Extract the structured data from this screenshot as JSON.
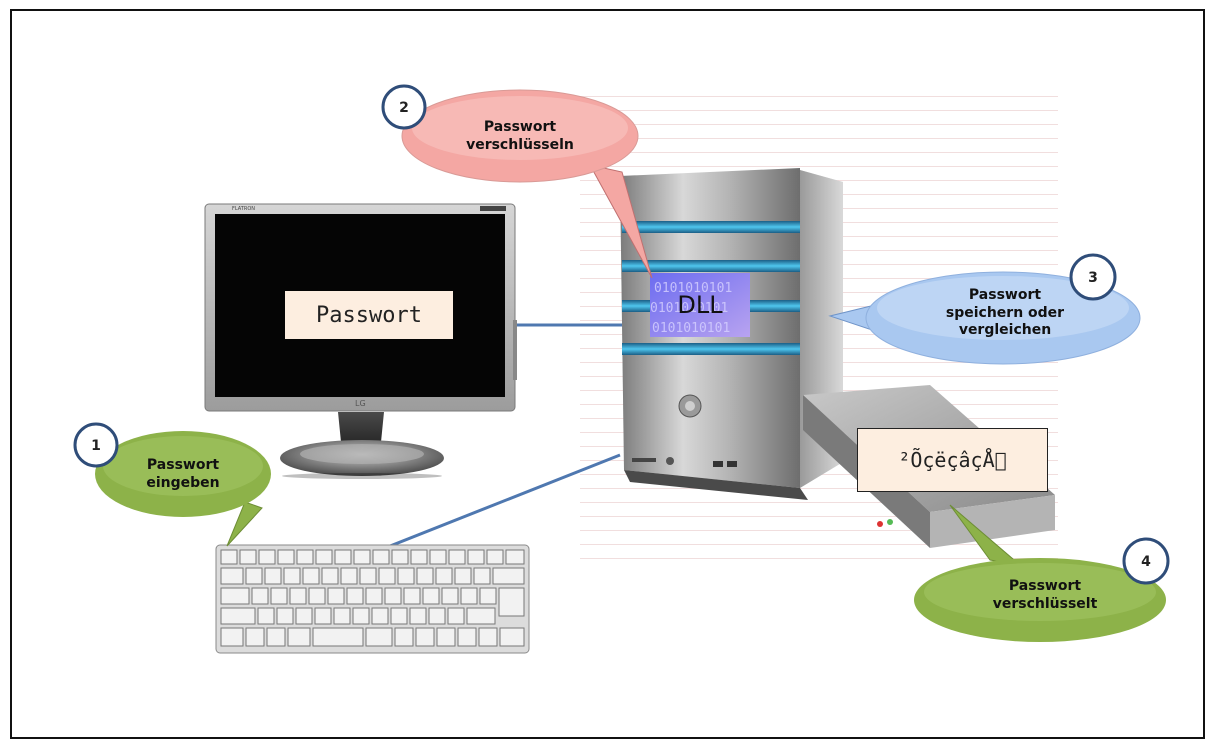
{
  "steps": [
    {
      "number": "1",
      "label_line1": "Passwort",
      "label_line2": "eingeben",
      "color": "#8db249"
    },
    {
      "number": "2",
      "label_line1": "Passwort",
      "label_line2": "verschlüsseln",
      "color": "#f4a7a3"
    },
    {
      "number": "3",
      "label_line1": "Passwort",
      "label_line2": "speichern oder",
      "label_line3": "vergleichen",
      "color": "#a9c8f0"
    },
    {
      "number": "4",
      "label_line1": "Passwort",
      "label_line2": "verschlüsselt",
      "color": "#8db249"
    }
  ],
  "monitor": {
    "screen_text": "Passwort",
    "brand": "LG"
  },
  "server": {
    "dll_label": "DLL",
    "binary_pattern": "0101010101"
  },
  "storage": {
    "encrypted_text": "²ÕçëçâçÅ\u0000"
  },
  "icons": {
    "monitor": "monitor-icon",
    "keyboard": "keyboard-icon",
    "server": "server-tower-icon",
    "storage": "external-drive-icon"
  }
}
